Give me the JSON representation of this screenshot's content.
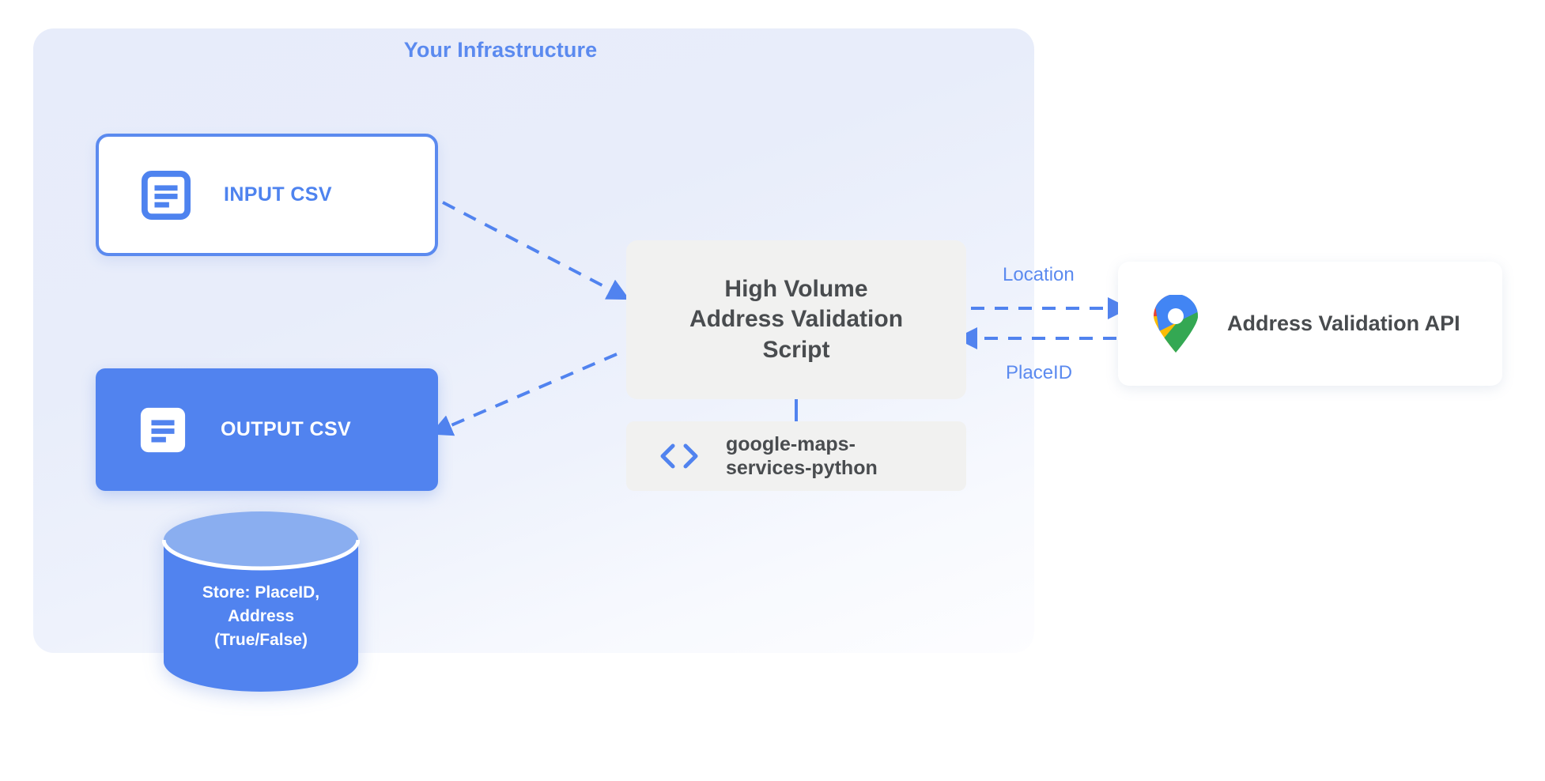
{
  "panel": {
    "title": "Your Infrastructure"
  },
  "nodes": {
    "input_csv": {
      "label": "INPUT CSV",
      "icon": "document-icon"
    },
    "output_csv": {
      "label": "OUTPUT CSV",
      "icon": "document-icon"
    },
    "script": {
      "label": "High Volume\nAddress Validation\nScript"
    },
    "library": {
      "label": "google-maps-\nservices-python",
      "icon": "code-brackets-icon"
    },
    "api": {
      "label": "Address Validation API",
      "icon": "google-maps-pin-icon"
    },
    "database": {
      "label": "Store: PlaceID,\nAddress\n(True/False)",
      "icon": "database-cylinder-icon"
    }
  },
  "edges": {
    "location_label": "Location",
    "placeid_label": "PlaceID"
  },
  "colors": {
    "accent_blue": "#5183ef",
    "title_blue": "#5b8aef",
    "panel_bg": "#e8edfa",
    "box_gray": "#f1f1f0",
    "text_dark": "#494c4f",
    "db_top": "#8aaef0",
    "pin_blue": "#4285f4",
    "pin_red": "#ea4335",
    "pin_yellow": "#fbbc04",
    "pin_green": "#34a853"
  }
}
